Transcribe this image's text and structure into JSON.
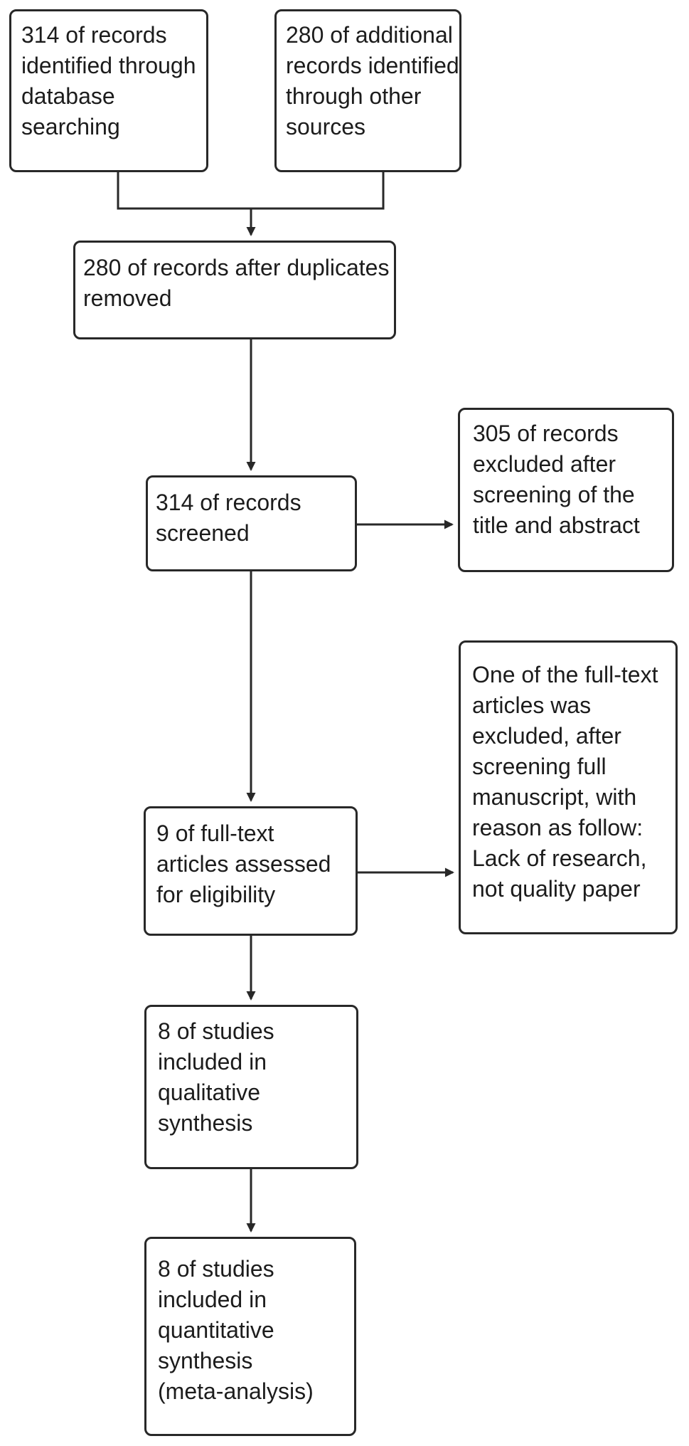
{
  "diagram": {
    "type": "prisma-flow-diagram",
    "colors": {
      "background": "#ffffff",
      "box_border": "#282828",
      "text": "#1c1c1c",
      "connector": "#282828"
    },
    "boxes": {
      "identified_database": {
        "text": "314 of records\nidentified through\ndatabase\nsearching"
      },
      "identified_other_sources": {
        "text": "280 of additional\nrecords identified\nthrough other\nsources"
      },
      "after_duplicates_removed": {
        "text": "280 of records after duplicates\nremoved"
      },
      "records_screened": {
        "text": "314 of records\nscreened"
      },
      "records_excluded": {
        "text": "305 of records\nexcluded after\nscreening of the\ntitle and abstract"
      },
      "fulltext_assessed": {
        "text": "9 of full-text\narticles assessed\nfor eligibility"
      },
      "fulltext_excluded": {
        "text": "One of the full-text\narticles was\nexcluded, after\nscreening full\nmanuscript, with\nreason as follow:\nLack of research,\nnot quality paper"
      },
      "qualitative_synthesis": {
        "text": "8 of studies\nincluded in\nqualitative\nsynthesis"
      },
      "quantitative_synthesis": {
        "text": "8 of studies\nincluded in\nquantitative\nsynthesis\n(meta-analysis)"
      }
    }
  }
}
